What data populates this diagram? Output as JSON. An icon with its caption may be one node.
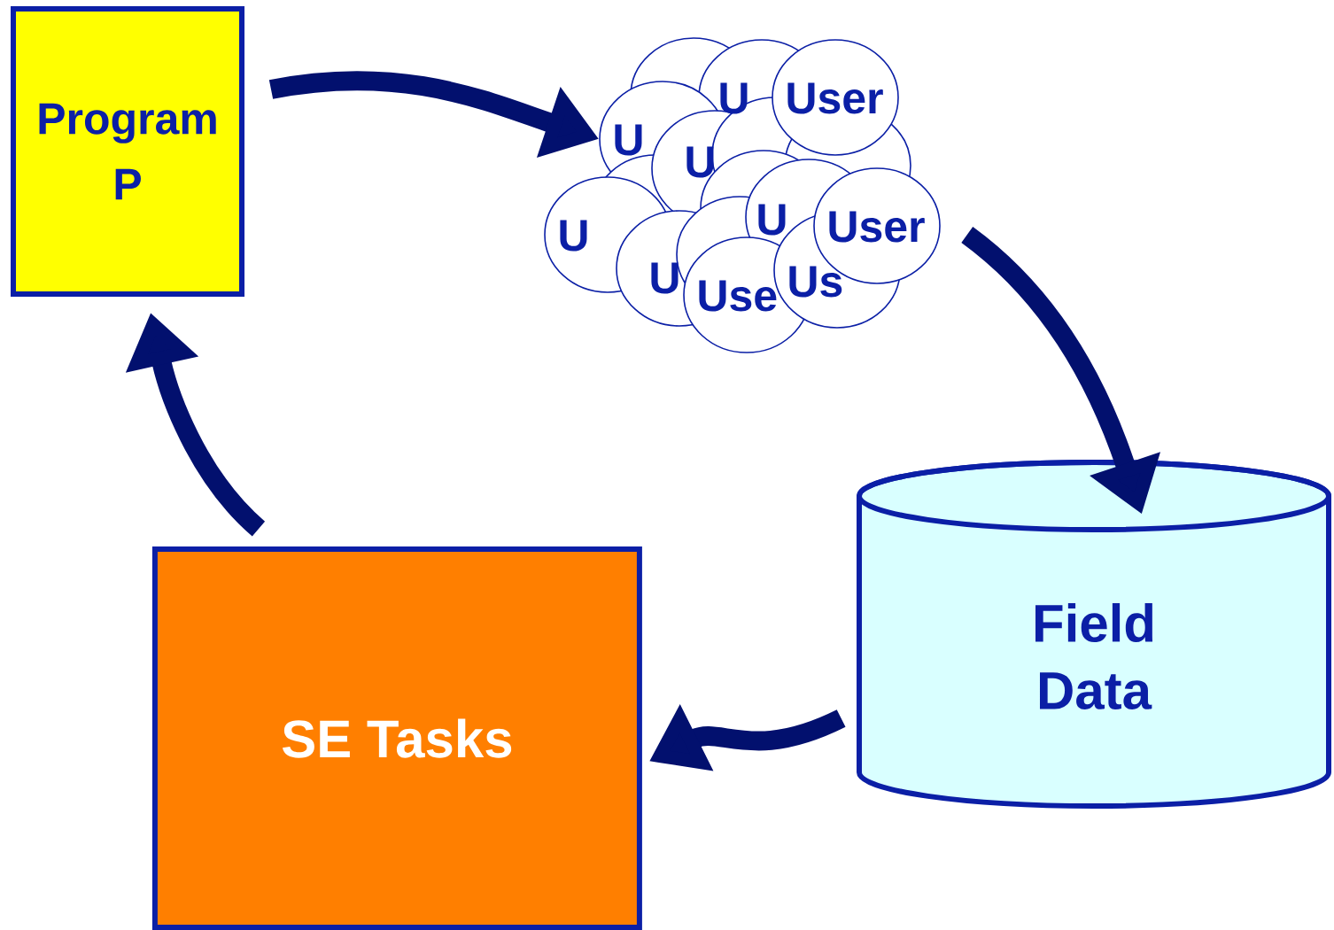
{
  "diagram": {
    "nodes": [
      {
        "text": [
          "Program P"
        ]
      },
      {
        "text": [],
        "shape": "circle"
      },
      {
        "text": [
          "U"
        ]
      },
      {
        "text": [
          "U"
        ]
      },
      {
        "text": [],
        "shape": "circle"
      },
      {
        "text": [
          "U"
        ]
      },
      {
        "text": [],
        "shape": "circle"
      },
      {
        "text": [],
        "shape": "circle"
      },
      {
        "text": [
          "User"
        ]
      },
      {
        "text": [],
        "shape": "circle"
      },
      {
        "text": [
          "U"
        ]
      },
      {
        "text": [
          "U"
        ]
      },
      {
        "text": [],
        "shape": "circle"
      },
      {
        "text": [
          "U"
        ]
      },
      {
        "text": [
          "Use"
        ]
      },
      {
        "text": [
          "Us"
        ]
      },
      {
        "text": [
          "User"
        ]
      },
      {
        "text": [
          "Field Data"
        ]
      },
      {
        "text": [
          "SE Tasks"
        ]
      }
    ],
    "edges": [
      {
        "from": 0,
        "to": 3,
        "arrow": "to"
      },
      {
        "from": 16,
        "to": 17,
        "arrow": "to"
      },
      {
        "from": 17,
        "to": 18,
        "arrow": "to"
      },
      {
        "from": 18,
        "to": 0,
        "arrow": "to"
      }
    ]
  }
}
